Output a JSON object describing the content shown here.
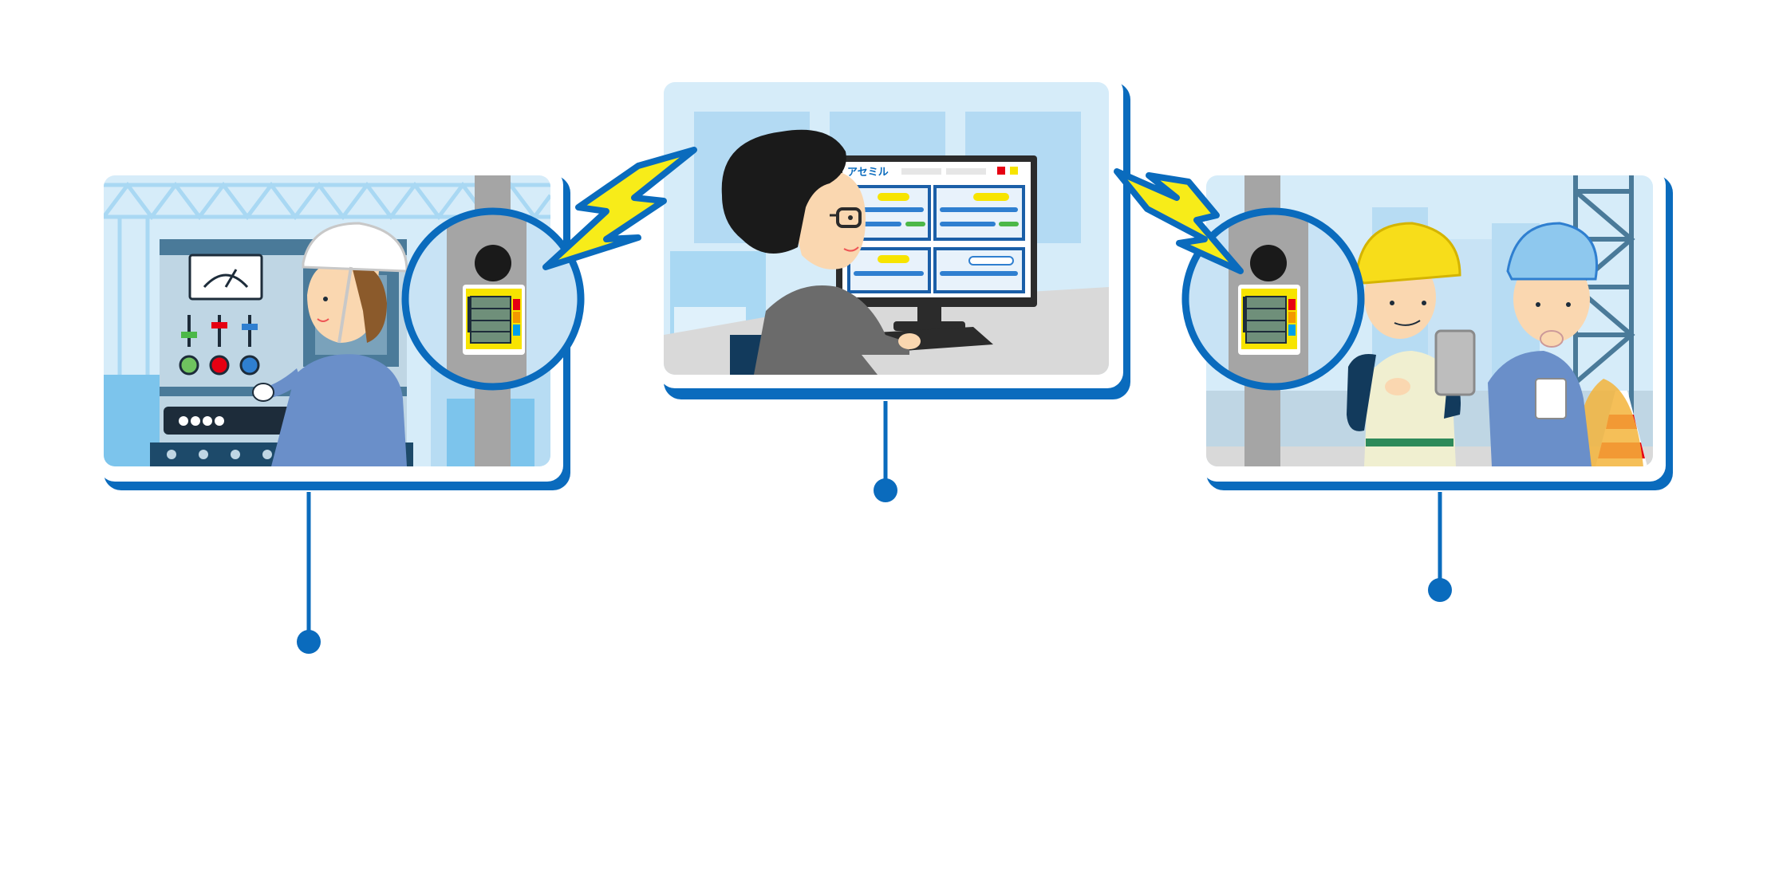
{
  "screen_logo": {
    "text": "アセミル"
  },
  "colors": {
    "frame_blue": "#0a6bbd",
    "sky_light": "#d6ecf9",
    "sky_mid": "#a9d8f3",
    "bolt_yellow": "#f7ec19",
    "bolt_outline": "#0a6bbd",
    "pillar_gray": "#a5a5a5",
    "device_yellow": "#f7e400",
    "device_screen": "#6f8f7a"
  },
  "panels": [
    {
      "name": "factory-control-panel-scene"
    },
    {
      "name": "office-monitoring-scene"
    },
    {
      "name": "construction-site-scene"
    }
  ]
}
